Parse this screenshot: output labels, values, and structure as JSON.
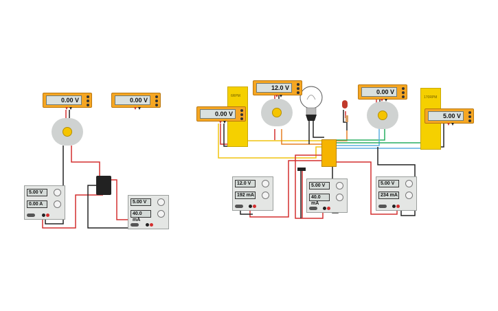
{
  "left_circuit": {
    "voltmeter_a": {
      "reading": "0.00 V"
    },
    "voltmeter_b": {
      "reading": "0.00 V"
    },
    "supply_a": {
      "voltage": "5.00 V",
      "current": "0.00 A"
    },
    "supply_b": {
      "voltage": "5.00 V",
      "current": "40.0 mA"
    }
  },
  "right_circuit": {
    "voltmeter_motor1": {
      "reading": "0.00 V"
    },
    "voltmeter_center": {
      "reading": "12.0 V"
    },
    "voltmeter_motor3": {
      "reading": "0.00 V"
    },
    "voltmeter_motor4": {
      "reading": "5.00 V"
    },
    "gear_motor1": {
      "label": "6RPM"
    },
    "gear_motor4": {
      "label": "170RPM"
    },
    "supply_1": {
      "voltage": "12.0 V",
      "current": "192 mA"
    },
    "supply_2": {
      "voltage": "5.00 V",
      "current": "40.0 mA"
    },
    "supply_3": {
      "voltage": "5.00 V",
      "current": "234 mA"
    }
  },
  "colors": {
    "meter_body": "#f5a623",
    "wire_red": "#d32f2f",
    "wire_black": "#222222",
    "wire_yellow": "#f1c40f",
    "wire_orange": "#e67e22",
    "wire_green": "#27ae60",
    "wire_blue": "#5dade2",
    "motor_hub": "#f5c400",
    "gear_motor_body": "#f5d000"
  }
}
